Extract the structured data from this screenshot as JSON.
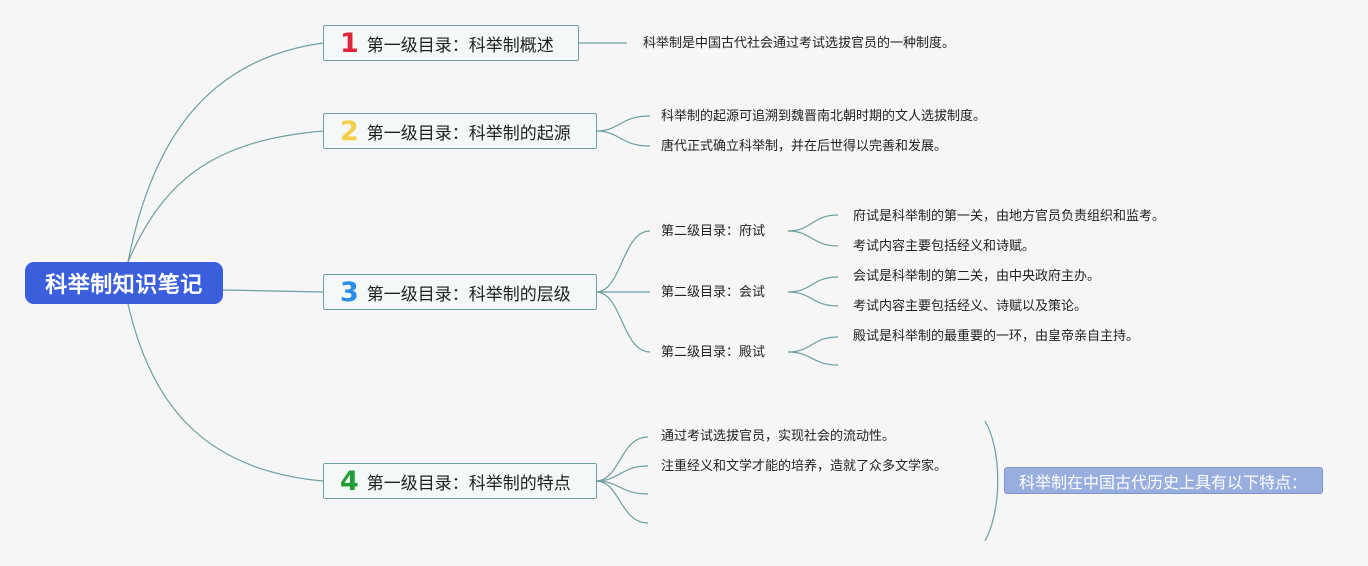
{
  "root": {
    "title": "科举制知识笔记"
  },
  "colors": {
    "root_bg": "#3b5fdc",
    "connector": "#6f9fa0",
    "summary_bg": "#97aede",
    "num_colors": [
      "#e0263d",
      "#f5cf48",
      "#2b8ee6",
      "#1f9e36"
    ]
  },
  "sections": [
    {
      "num": "1",
      "title": "第一级目录：科举制概述",
      "details": [
        "科举制是中国古代社会通过考试选拔官员的一种制度。"
      ]
    },
    {
      "num": "2",
      "title": "第一级目录：科举制的起源",
      "details": [
        "科举制的起源可追溯到魏晋南北朝时期的文人选拔制度。",
        "唐代正式确立科举制，并在后世得以完善和发展。"
      ]
    },
    {
      "num": "3",
      "title": "第一级目录：科举制的层级",
      "subsections": [
        {
          "title": "第二级目录：府试",
          "details": [
            "府试是科举制的第一关，由地方官员负责组织和监考。",
            "考试内容主要包括经义和诗赋。"
          ]
        },
        {
          "title": "第二级目录：会试",
          "details": [
            "会试是科举制的第二关，由中央政府主办。",
            "考试内容主要包括经义、诗赋以及策论。"
          ]
        },
        {
          "title": "第二级目录：殿试",
          "details": [
            "殿试是科举制的最重要的一环，由皇帝亲自主持。"
          ]
        }
      ]
    },
    {
      "num": "4",
      "title": "第一级目录：科举制的特点",
      "details": [
        "通过考试选拔官员，实现社会的流动性。",
        "注重经义和文学才能的培养，造就了众多文学家。"
      ],
      "summary": "科举制在中国古代历史上具有以下特点："
    }
  ]
}
